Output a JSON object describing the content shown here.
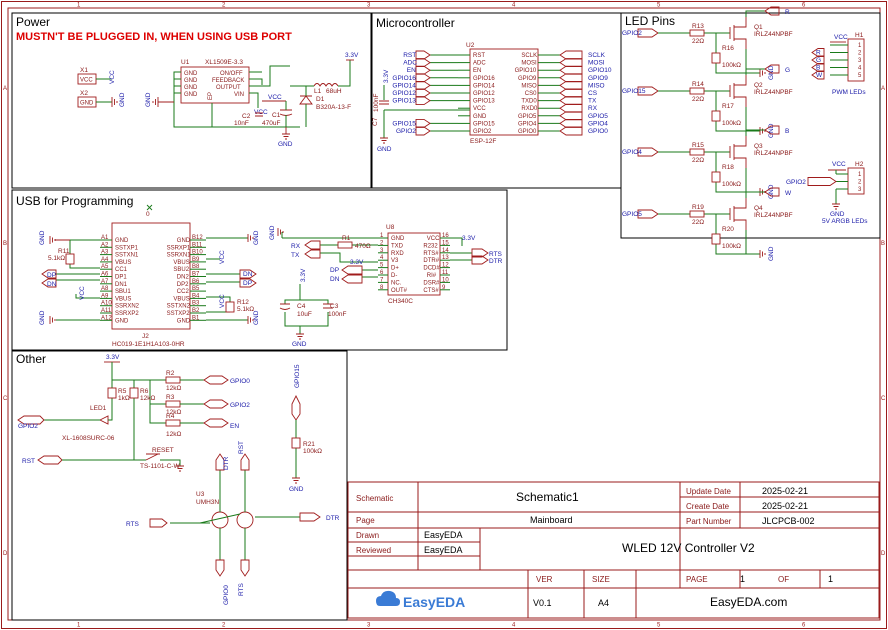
{
  "sections": {
    "power": "Power",
    "power_warning": "MUSTN'T BE PLUGGED IN, WHEN USING USB PORT",
    "microcontroller": "Microcontroller",
    "led_pins": "LED Pins",
    "usb": "USB for Programming",
    "other": "Other"
  },
  "power": {
    "x1": "X1",
    "x1_pin": "VCC",
    "x2": "X2",
    "x2_pin": "GND",
    "u1": "U1",
    "u1_part": "XL1509E-3.3",
    "u1_pins_left": [
      "GND",
      "GND",
      "GND",
      "GND"
    ],
    "u1_pins_right": [
      "ON/OFF",
      "FEEDBACK",
      "OUTPUT",
      "VIN"
    ],
    "u1_ep": "EP",
    "l1": "L1",
    "l1_val": "68uH",
    "d1": "D1",
    "d1_part": "B320A-13-F",
    "c2": "C2",
    "c2_val": "10nF",
    "c1": "C1",
    "c1_val": "470uF",
    "v33": "3.3V",
    "vcc": "VCC",
    "gnd": "GND"
  },
  "mcu": {
    "u2": "U2",
    "part": "ESP-12F",
    "left_nets": [
      "RST",
      "ADC",
      "EN",
      "GPIO16",
      "GPIO14",
      "GPIO12",
      "GPIO13"
    ],
    "left_pins": [
      "RST",
      "ADC",
      "EN",
      "GPIO16",
      "GPIO14",
      "GPIO12",
      "GPIO13",
      "VCC",
      "GND",
      "GPIO15",
      "GPIO2"
    ],
    "right_pins": [
      "SCLK",
      "MOSI",
      "GPIO10",
      "GPIO9",
      "MISO",
      "CS0",
      "TXD0",
      "RXD0",
      "GPIO5",
      "GPIO4",
      "GPIO0"
    ],
    "right_nets": [
      "SCLK",
      "MOSI",
      "GPIO10",
      "GPIO9",
      "MISO",
      "CS",
      "TX",
      "RX",
      "GPIO5",
      "GPIO4",
      "GPIO0"
    ],
    "bottom_nets": [
      "GPIO15",
      "GPIO2"
    ],
    "c7": "C7",
    "c7_val": "100nF",
    "v33": "3.3V",
    "gnd": "GND"
  },
  "leds": {
    "channels": [
      {
        "gpio": "GPIO2",
        "r_gate": "R13",
        "r_gate_val": "22Ω",
        "r_pd": "R16",
        "r_pd_val": "100kΩ",
        "q": "Q1",
        "q_part": "IRLZ44NPBF",
        "out": "R"
      },
      {
        "gpio": "GPIO15",
        "r_gate": "R14",
        "r_gate_val": "22Ω",
        "r_pd": "R17",
        "r_pd_val": "100kΩ",
        "q": "Q2",
        "q_part": "IRLZ44NPBF",
        "out": "G"
      },
      {
        "gpio": "GPIO4",
        "r_gate": "R15",
        "r_gate_val": "22Ω",
        "r_pd": "R18",
        "r_pd_val": "100kΩ",
        "q": "Q3",
        "q_part": "IRLZ44NPBF",
        "out": "B"
      },
      {
        "gpio": "GPIO5",
        "r_gate": "R19",
        "r_gate_val": "22Ω",
        "r_pd": "R20",
        "r_pd_val": "100kΩ",
        "q": "Q4",
        "q_part": "IRLZ44NPBF",
        "out": "W"
      }
    ],
    "h1": "H1",
    "h1_nets": [
      "VCC",
      "R",
      "G",
      "B",
      "W"
    ],
    "h1_pins": [
      "1",
      "2",
      "3",
      "4",
      "5"
    ],
    "h1_label": "PWM LEDs",
    "h2": "H2",
    "h2_nets": [
      "VCC",
      "GPIO2",
      "GND"
    ],
    "h2_pins": [
      "1",
      "2",
      "3"
    ],
    "h2_label": "5V ARGB LEDs",
    "gnd": "GND"
  },
  "usb": {
    "j2": "J2",
    "j2_part": "HC019-1E1H1A103-0HR",
    "left_pins": [
      "A1",
      "A2",
      "A3",
      "A4",
      "A5",
      "A6",
      "A7",
      "A8",
      "A9",
      "A10",
      "A11",
      "A12"
    ],
    "left_names": [
      "GND",
      "SSTXP1",
      "SSTXN1",
      "VBUS",
      "CC1",
      "DP1",
      "DN1",
      "SBU1",
      "VBUS",
      "SSRXN2",
      "SSRXP2",
      "GND"
    ],
    "right_pins": [
      "B12",
      "B11",
      "B10",
      "B9",
      "B8",
      "B7",
      "B6",
      "B5",
      "B4",
      "B3",
      "B2",
      "B1"
    ],
    "right_names": [
      "GND",
      "SSRXP1",
      "SSRXN1",
      "VBUS",
      "SBU2",
      "DN2",
      "DP2",
      "CC2",
      "VBUS",
      "SSTXN2",
      "SSTXP2",
      "GND"
    ],
    "r1": "R11",
    "r1_val": "5.1kΩ",
    "r12": "R12",
    "r12_val": "5.1kΩ",
    "dp": "DP",
    "dn": "DN",
    "vcc": "VCC",
    "gnd": "GND",
    "u8": "U8",
    "u8_part": "CH340C",
    "ch_left": [
      "GND",
      "TXD",
      "RXD",
      "V3",
      "D+",
      "D-",
      "NC.",
      "OUT#"
    ],
    "ch_left_pins": [
      "1",
      "2",
      "3",
      "4",
      "5",
      "6",
      "7",
      "8"
    ],
    "ch_right": [
      "VCC",
      "R232",
      "RTS#",
      "DTR#",
      "DCD#",
      "RI#",
      "DSR#",
      "CTS#"
    ],
    "ch_right_pins": [
      "16",
      "15",
      "14",
      "13",
      "12",
      "11",
      "10",
      "9"
    ],
    "rx": "RX",
    "tx": "TX",
    "r1b": "R1",
    "r1b_val": "470Ω",
    "rts": "RTS",
    "dtr": "DTR",
    "v33": "3.3V",
    "c4": "C4",
    "c4_val": "10uF",
    "c3": "C3",
    "c3_val": "100nF"
  },
  "other": {
    "v33": "3.3V",
    "r5": "R5",
    "r5_val": "1kΩ",
    "r6": "R6",
    "r6_val": "12kΩ",
    "r2": "R2",
    "r2_val": "12kΩ",
    "r3": "R3",
    "r3_val": "12kΩ",
    "r4": "R4",
    "r4_val": "12kΩ",
    "gpio0": "GPIO0",
    "gpio2": "GPIO2",
    "en": "EN",
    "led1": "LED1",
    "led1_part": "XL-1608SURC-06",
    "rst": "RST",
    "reset": "RESET",
    "sw_part": "TS-1101-C-W",
    "u3": "U3",
    "u3_part": "UMH3N",
    "rts": "RTS",
    "dtr": "DTR",
    "gpio0b": "GPIO0",
    "rstb": "RST",
    "gpio15": "GPIO15",
    "r21": "R21",
    "r21_val": "100kΩ",
    "gnd": "GND"
  },
  "title_block": {
    "schematic_label": "Schematic",
    "schematic_value": "Schematic1",
    "page_label": "Page",
    "page_value": "Mainboard",
    "update_label": "Update Date",
    "update_value": "2025-02-21",
    "create_label": "Create Date",
    "create_value": "2025-02-21",
    "part_label": "Part Number",
    "part_value": "JLCPCB-002",
    "drawn_label": "Drawn",
    "drawn_value": "EasyEDA",
    "reviewed_label": "Reviewed",
    "reviewed_value": "EasyEDA",
    "title": "WLED 12V Controller V2",
    "ver_label": "VER",
    "ver_value": "V0.1",
    "size_label": "SIZE",
    "size_value": "A4",
    "page_num_label": "PAGE",
    "page_num": "1",
    "of_label": "OF",
    "of_num": "1",
    "logo": "EasyEDA",
    "site": "EasyEDA.com"
  },
  "frame": {
    "cols": [
      "1",
      "2",
      "3",
      "4",
      "5",
      "6"
    ],
    "rows": [
      "A",
      "B",
      "C",
      "D"
    ]
  }
}
